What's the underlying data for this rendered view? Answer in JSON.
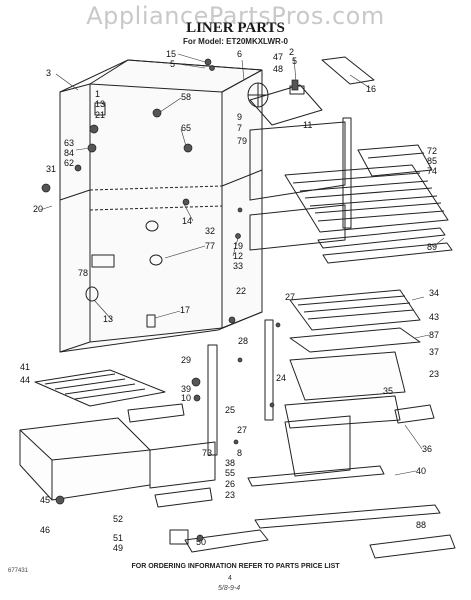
{
  "header": {
    "watermark": "AppliancePartsPros.com",
    "title": "LINER PARTS",
    "model": "For Model: ET20MKXLWR-0"
  },
  "footer": {
    "instructions": "FOR ORDERING INFORMATION REFER TO PARTS PRICE LIST",
    "page": "4",
    "doc_number": "677431",
    "date_code": "5/8-9-4"
  },
  "callouts": [
    "15",
    "5",
    "6",
    "2",
    "47",
    "5",
    "48",
    "3",
    "58",
    "16",
    "1",
    "13",
    "21",
    "65",
    "11",
    "9",
    "7",
    "72",
    "79",
    "63",
    "84",
    "85",
    "62",
    "31",
    "74",
    "20",
    "14",
    "32",
    "19",
    "12",
    "33",
    "89",
    "77",
    "78",
    "22",
    "27",
    "34",
    "13",
    "17",
    "43",
    "87",
    "28",
    "29",
    "24",
    "37",
    "41",
    "44",
    "39",
    "10",
    "25",
    "35",
    "23",
    "27",
    "36",
    "8",
    "73",
    "38",
    "55",
    "40",
    "26",
    "23",
    "45",
    "46",
    "52",
    "51",
    "49",
    "50",
    "88"
  ],
  "parts": {
    "liner": "liner-shell",
    "freezer_shelf": "freezer-wire-shelf",
    "crisper_drawers": "crisper-drawers",
    "meat_pan": "meat-pan",
    "shelf_supports": "shelf-ladder-supports"
  }
}
